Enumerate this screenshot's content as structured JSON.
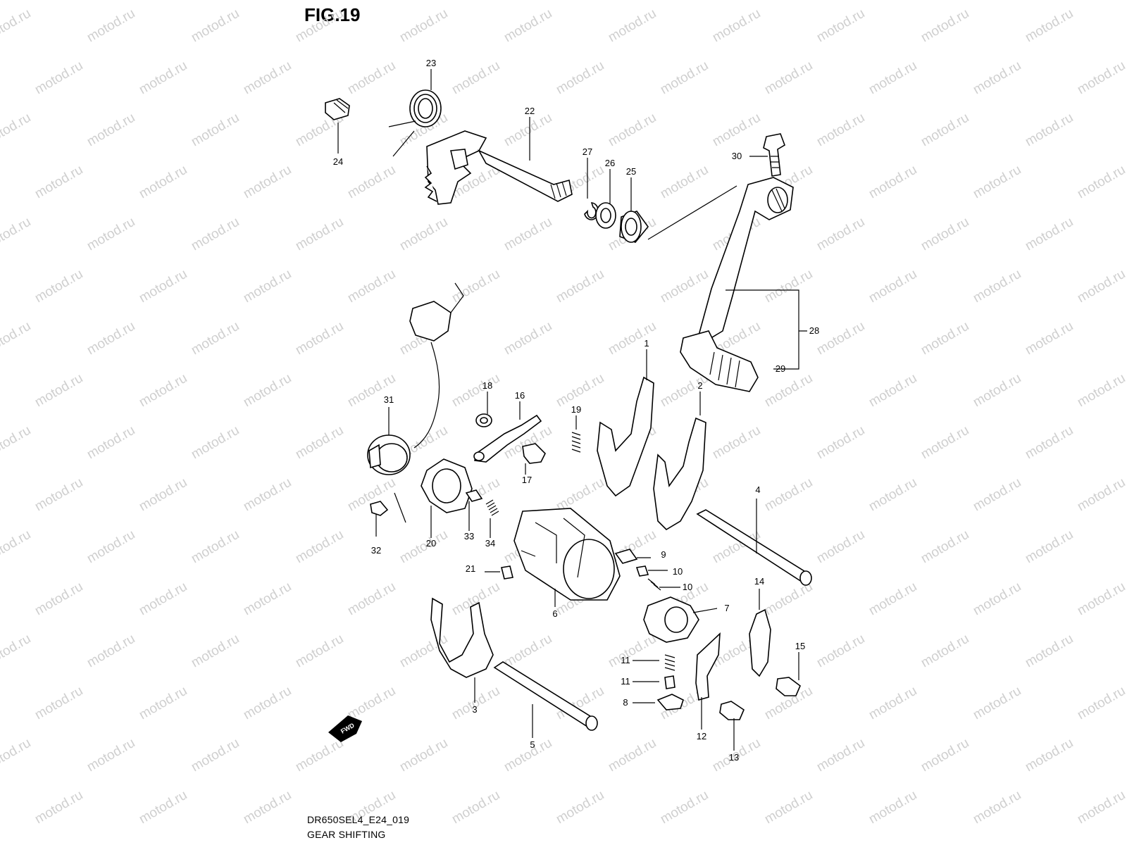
{
  "figure": {
    "title": "FIG.19",
    "model_code": "DR650SEL4_E24_019",
    "name": "GEAR SHIFTING"
  },
  "watermark": {
    "text": "motod.ru"
  },
  "fwd_badge": "FWD",
  "callouts": [
    {
      "num": "1",
      "part": "fork-1"
    },
    {
      "num": "2",
      "part": "fork-2"
    },
    {
      "num": "3",
      "part": "fork-3"
    },
    {
      "num": "4",
      "part": "fork-shaft-upper"
    },
    {
      "num": "5",
      "part": "fork-shaft-lower"
    },
    {
      "num": "6",
      "part": "gearshift-cam"
    },
    {
      "num": "7",
      "part": "cam-driven-gear"
    },
    {
      "num": "8",
      "part": "pawl-lower"
    },
    {
      "num": "9",
      "part": "pawl-upper"
    },
    {
      "num": "10",
      "part": "pin-upper"
    },
    {
      "num": "10",
      "part": "pin-lower"
    },
    {
      "num": "11",
      "part": "spring-upper"
    },
    {
      "num": "11",
      "part": "spring-lower"
    },
    {
      "num": "12",
      "part": "guide-plate"
    },
    {
      "num": "13",
      "part": "screw-guide"
    },
    {
      "num": "14",
      "part": "stopper-plate"
    },
    {
      "num": "15",
      "part": "screw-stopper"
    },
    {
      "num": "16",
      "part": "stopper-arm"
    },
    {
      "num": "17",
      "part": "bolt-arm"
    },
    {
      "num": "18",
      "part": "washer-arm"
    },
    {
      "num": "19",
      "part": "spring-arm"
    },
    {
      "num": "20",
      "part": "cam-stopper-plate"
    },
    {
      "num": "21",
      "part": "pin-cam"
    },
    {
      "num": "22",
      "part": "gearshift-shaft"
    },
    {
      "num": "23",
      "part": "return-spring"
    },
    {
      "num": "24",
      "part": "spring-stopper-bolt"
    },
    {
      "num": "25",
      "part": "oil-seal"
    },
    {
      "num": "26",
      "part": "washer-shaft"
    },
    {
      "num": "27",
      "part": "circlip"
    },
    {
      "num": "28",
      "part": "gearshift-lever"
    },
    {
      "num": "29",
      "part": "lever-rubber"
    },
    {
      "num": "30",
      "part": "lever-bolt"
    },
    {
      "num": "31",
      "part": "gear-position-switch"
    },
    {
      "num": "32",
      "part": "screw-switch"
    },
    {
      "num": "33",
      "part": "switch-pin"
    },
    {
      "num": "34",
      "part": "switch-spring"
    }
  ]
}
